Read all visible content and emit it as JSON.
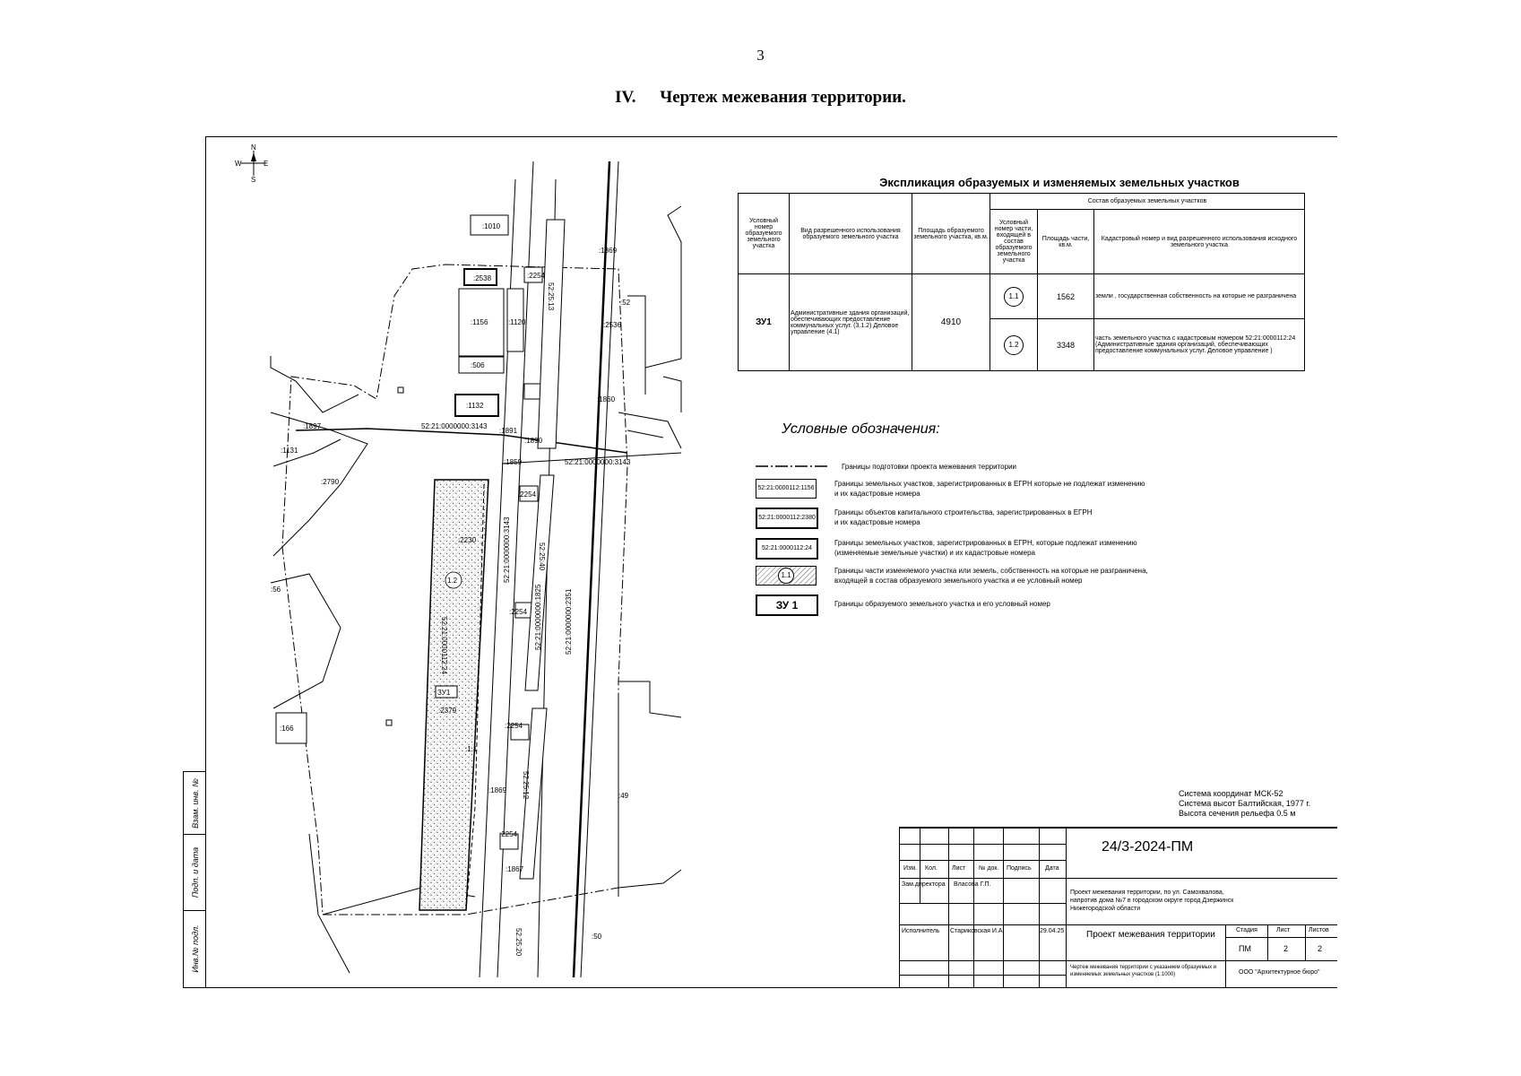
{
  "page": {
    "number": "3",
    "section_number": "IV.",
    "section_title": "Чертеж межевания территории."
  },
  "side_strip": [
    "Взам. инв. №",
    "Подп. и дата",
    "Инв.№ подл."
  ],
  "map": {
    "compass": {
      "n": "N",
      "s": "S",
      "w": "W",
      "e": "E"
    },
    "labels": [
      ":1010",
      ":2538",
      ":1156",
      ":1120",
      ":506",
      ":1132",
      ":2254",
      ":1869",
      ":52",
      ":2536",
      ":1860",
      ":1897",
      ":1131",
      ":2790",
      "52:21:0000000:3143",
      ":1891",
      ":1890",
      ":1859",
      "52:21:0000000:3143",
      ":2254",
      ":2230",
      "1.2",
      "52:21:0000112:24",
      "ЗУ1",
      ":2379",
      ":1.1",
      ":166",
      ":56",
      ":2254",
      ":2254",
      ":1869",
      ":2254",
      ":1867",
      ":49",
      ":50",
      "52:21:0000000:3143",
      "52:21:0000000:2351",
      "52:21:0000000:1825",
      "52:25:40",
      "52:25:13",
      "52:25:12",
      "52:25:20"
    ]
  },
  "explication": {
    "title": "Экспликация образуемых и изменяемых земельных участков",
    "headers": {
      "col_number": "Условный номер образуемого земельного участка",
      "col_use": "Вид разрешенного использования образуемого земельного участка",
      "col_area": "Площадь образуемого земельного участка, кв.м.",
      "group": "Состав образуемых земельных участков",
      "col_part": "Условный номер части, входящей в состав образуемого земельного участка",
      "col_part_area": "Площадь части, кв.м.",
      "col_cad": "Кадастровый номер и вид разрешенного использования исходного земельного участка"
    },
    "row": {
      "number": "ЗУ1",
      "use": "Административные здания организаций, обеспечивающих предоставление коммунальных услуг. (3.1.2) Деловое управление (4.1)",
      "area": "4910",
      "parts": [
        {
          "part": "1.1",
          "area": "1562",
          "cad": "земли , государственная собственность на которые не разграничена"
        },
        {
          "part": "1.2",
          "area": "3348",
          "cad": "часть земельного участка с кадастровым номером 52:21:0000112:24 (Административные здания организаций, обеспечивающих предоставление коммунальных услуг. Деловое управление )"
        }
      ]
    }
  },
  "legend": {
    "title": "Условные обозначения:",
    "items": [
      {
        "symbol": "",
        "text": "Границы подготовки проекта межевания территории"
      },
      {
        "symbol": "52:21:0000112:1156",
        "text": "Границы земельных участков, зарегистрированных в ЕГРН которые не подлежат изменению\nи их кадастровые номера"
      },
      {
        "symbol": "52:21:0000112:2380",
        "text": "Границы объектов капитального строительства, зарегистрированных в ЕГРН\nи их кадастровые номера"
      },
      {
        "symbol": "52:21:0000112:24",
        "text": "Границы земельных участков, зарегистрированных в ЕГРН, которые подлежат изменению\n(изменяемые земельные участки) и их кадастровые номера"
      },
      {
        "symbol": "1.1",
        "text": "Границы части изменяемого участка или земель, собственность на которые не разграничена,\nвходящей в состав образуемого земельного участка и ее условный номер"
      },
      {
        "symbol": "ЗУ 1",
        "text": "Границы  образуемого земельного участка и его условный номер"
      }
    ]
  },
  "coord_note": [
    "Система координат МСК-52",
    "Система высот Балтийская, 1977 г.",
    "Высота сечения рельефа 0.5 м"
  ],
  "stamp": {
    "code": "24/3-2024-ПМ",
    "headers": {
      "izm": "Изм.",
      "kol": "Кол.",
      "list": "Лист",
      "ndoc": "№ док.",
      "podp": "Подпись",
      "date": "Дата"
    },
    "role1": "Зам.директора",
    "person1": "Власова Г.П.",
    "role2": "Исполнитель",
    "person2": "Стариковская И.А.",
    "date2": "29.04.25",
    "project_desc": "Проект межевания  территории,  по ул. Самохвалова, напротив дома №7  в городском  округе город  Дзержинск Нижегородской области",
    "doc_name": "Проект межевания территории",
    "stage_h": "Стадия",
    "sheet_h": "Лист",
    "sheets_h": "Листов",
    "stage": "ПМ",
    "sheet": "2",
    "sheets": "2",
    "drawing_desc": "Чертеж межевания территории с указанием образуемых и изменяемых земельных участков (1:1000)",
    "org": "ООО \"Архитектурное бюро\""
  }
}
